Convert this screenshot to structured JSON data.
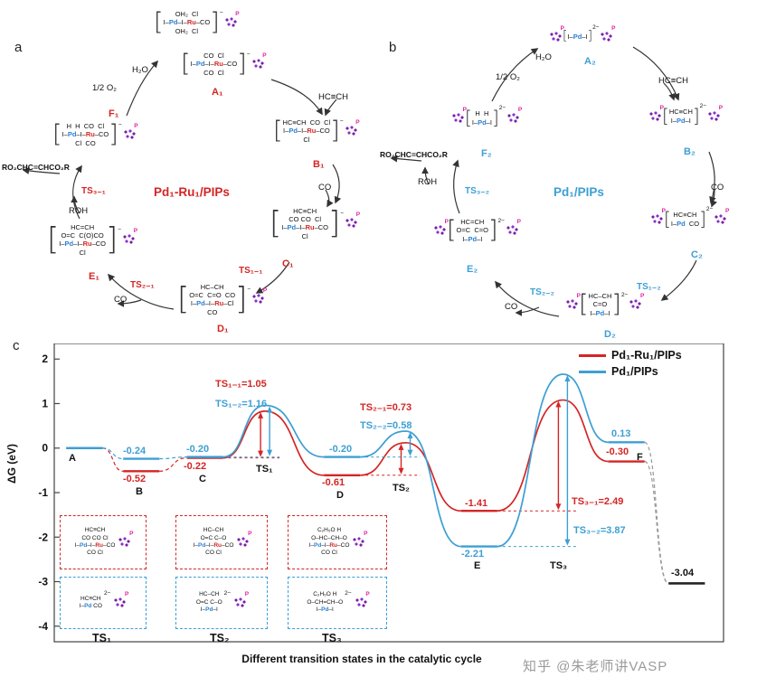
{
  "figure": {
    "watermark": "知乎 @朱老师讲VASP"
  },
  "panel_a": {
    "label": "a",
    "title": "Pd₁-Ru₁/PIPs",
    "title_color": "#d42525",
    "ts_labels": {
      "ts1": "TS₁₋₁",
      "ts2": "TS₂₋₁",
      "ts3": "TS₃₋₁"
    },
    "reagents": {
      "o2": "1/2 O₂",
      "h2o": "H₂O",
      "alkyne": "HC≡CH",
      "co_in": "CO",
      "co_out": "CO",
      "roh": "ROH",
      "product": "RO₂CHC=CHCO₂R"
    },
    "mols": {
      "pre": {
        "lines": [
          "OH₂  Cl",
          "I–Pd–I–Ru–CO",
          "OH₂  Cl"
        ],
        "charge": "−"
      },
      "A1": {
        "label": "A₁",
        "lines": [
          "CO  Cl",
          "I–Pd–I–Ru–CO",
          "CO  Cl"
        ],
        "charge": "−"
      },
      "B1": {
        "label": "B₁",
        "lines": [
          "HC≡CH  CO  Cl",
          "I–Pd–I–Ru–CO",
          "Cl"
        ],
        "charge": "−"
      },
      "C1": {
        "label": "C₁",
        "lines": [
          "HC≡CH",
          "CO CO  Cl",
          "I–Pd–I–Ru–CO",
          "Cl"
        ],
        "charge": "−"
      },
      "D1": {
        "label": "D₁",
        "lines": [
          "HC–CH",
          "O=C  C=O  CO",
          "I–Pd–I–Ru–Cl",
          "CO"
        ],
        "charge": "−"
      },
      "E1": {
        "label": "E₁",
        "lines": [
          "HC=CH",
          "O=C  C(O)CO",
          "I–Pd–I–Ru–CO",
          "Cl"
        ],
        "charge": "−"
      },
      "F1": {
        "label": "F₁",
        "lines": [
          "H  H  CO  Cl",
          "I–Pd–I–Ru–CO",
          "Cl  CO"
        ],
        "charge": "−"
      }
    }
  },
  "panel_b": {
    "label": "b",
    "title": "Pd₁/PIPs",
    "title_color": "#3d9fd4",
    "ts_labels": {
      "ts1": "TS₁₋₂",
      "ts2": "TS₂₋₂",
      "ts3": "TS₃₋₂"
    },
    "reagents": {
      "o2": "1/2 O₂",
      "h2o": "H₂O",
      "alkyne": "HC≡CH",
      "co_in": "CO",
      "co_out": "CO",
      "roh": "ROH",
      "product": "RO₂CHC=CHCO₂R"
    },
    "mols": {
      "A2": {
        "label": "A₂",
        "lines": [
          "I–Pd–I"
        ],
        "charge": "2−"
      },
      "B2": {
        "label": "B₂",
        "lines": [
          "HC≡CH",
          "I–Pd–I"
        ],
        "charge": "2−"
      },
      "C2": {
        "label": "C₂",
        "lines": [
          "HC≡CH",
          "I–Pd  CO"
        ],
        "charge": "2−"
      },
      "D2": {
        "label": "D₂",
        "lines": [
          "HC–CH",
          "C=O",
          "I–Pd–I"
        ],
        "charge": "2−"
      },
      "E2": {
        "label": "E₂",
        "lines": [
          "HC=CH",
          "O=C  C=O",
          "I–Pd–I"
        ],
        "charge": "2−"
      },
      "F2": {
        "label": "F₂",
        "lines": [
          "H  H",
          "I–Pd–I"
        ],
        "charge": "2−"
      }
    }
  },
  "panel_c": {
    "label": "c"
  },
  "chart_data": {
    "type": "line",
    "title": "",
    "xlabel": "Different transition states in the catalytic cycle",
    "ylabel": "ΔG (eV)",
    "ylim": [
      -4.35,
      2.35
    ],
    "yticks": [
      2,
      1,
      0,
      -1,
      -2,
      -3,
      -4
    ],
    "legend": [
      {
        "label": "Pd₁-Ru₁/PIPs",
        "color": "#d42525"
      },
      {
        "label": "Pd₁/PIPs",
        "color": "#3d9fd4"
      }
    ],
    "stations": [
      {
        "id": "A",
        "x": 0.045,
        "type": "plateau"
      },
      {
        "id": "B",
        "x": 0.13,
        "type": "plateau"
      },
      {
        "id": "C",
        "x": 0.225,
        "type": "plateau"
      },
      {
        "id": "TS1",
        "x": 0.315,
        "type": "peak",
        "ref": "C"
      },
      {
        "id": "D",
        "x": 0.43,
        "type": "plateau"
      },
      {
        "id": "TS2",
        "x": 0.525,
        "type": "peak",
        "ref": "D"
      },
      {
        "id": "E",
        "x": 0.635,
        "type": "plateau"
      },
      {
        "id": "TS3",
        "x": 0.76,
        "type": "peak",
        "ref": "E"
      },
      {
        "id": "F",
        "x": 0.855,
        "type": "plateau"
      },
      {
        "id": "P",
        "x": 0.945,
        "type": "plateau"
      }
    ],
    "links": [
      {
        "from": "A",
        "to": "B",
        "style": "dashed"
      },
      {
        "from": "B",
        "to": "C",
        "style": "dashed"
      },
      {
        "from": "C",
        "to": "TS1",
        "style": "curve"
      },
      {
        "from": "TS1",
        "to": "D",
        "style": "curve"
      },
      {
        "from": "D",
        "to": "TS2",
        "style": "curve"
      },
      {
        "from": "TS2",
        "to": "E",
        "style": "curve"
      },
      {
        "from": "E",
        "to": "TS3",
        "style": "curve"
      },
      {
        "from": "TS3",
        "to": "F",
        "style": "curve"
      },
      {
        "from": "F",
        "to": "P",
        "style": "dashed-gray"
      }
    ],
    "series": [
      {
        "name": "Pd₁-Ru₁/PIPs",
        "color": "#d42525",
        "levels": {
          "A": 0,
          "B": -0.52,
          "C": -0.22,
          "D": -0.61,
          "E": -1.41,
          "F": -0.3,
          "P": -3.04
        },
        "barriers": {
          "TS1": 1.05,
          "TS2": 0.73,
          "TS3": 2.49
        }
      },
      {
        "name": "Pd₁/PIPs",
        "color": "#3d9fd4",
        "levels": {
          "A": 0,
          "B": -0.24,
          "C": -0.2,
          "D": -0.2,
          "E": -2.21,
          "F": 0.13,
          "P": -3.04
        },
        "barriers": {
          "TS1": 1.16,
          "TS2": 0.58,
          "TS3": 3.87
        }
      }
    ],
    "annotations": {
      "ts11": "TS₁₋₁=1.05",
      "ts12": "TS₁₋₂=1.16",
      "ts21": "TS₂₋₁=0.73",
      "ts22": "TS₂₋₂=0.58",
      "ts31": "TS₃₋₁=2.49",
      "ts32": "TS₃₋₂=3.87",
      "b_blue": "-0.24",
      "b_red": "-0.52",
      "c_blue": "-0.20",
      "c_red": "-0.22",
      "d_blue": "-0.20",
      "d_red": "-0.61",
      "e_red": "-1.41",
      "e_blue": "-2.21",
      "f_blue": "0.13",
      "f_red": "-0.30",
      "p": "-3.04",
      "sA": "A",
      "sB": "B",
      "sC": "C",
      "sTS1": "TS₁",
      "sD": "D",
      "sTS2": "TS₂",
      "sE": "E",
      "sTS3": "TS₃",
      "sF": "F"
    },
    "inset_labels": [
      "TS₁",
      "TS₂",
      "TS₃"
    ]
  },
  "insets": {
    "red": [
      {
        "lines": [
          "HC≡CH",
          "CO CO  Cl",
          "I–Pd–I–Ru–CO",
          "CO  Cl"
        ]
      },
      {
        "lines": [
          "HC–CH",
          "O=C  C–O",
          "I–Pd–I–Ru–CO",
          "CO  Cl"
        ]
      },
      {
        "lines": [
          "C₂H₅O  H",
          "O–HC–CH–O",
          "I–Pd–I–Ru–CO",
          "CO  Cl"
        ]
      }
    ],
    "blue": [
      {
        "lines": [
          "HC≡CH",
          "I–Pd  CO"
        ],
        "charge": "2−"
      },
      {
        "lines": [
          "HC–CH",
          "O=C  C–O",
          "I–Pd–I"
        ],
        "charge": "2−"
      },
      {
        "lines": [
          "C₂H₅O  H",
          "O–CH=CH–O",
          "I–Pd–I"
        ],
        "charge": "2−"
      }
    ]
  }
}
